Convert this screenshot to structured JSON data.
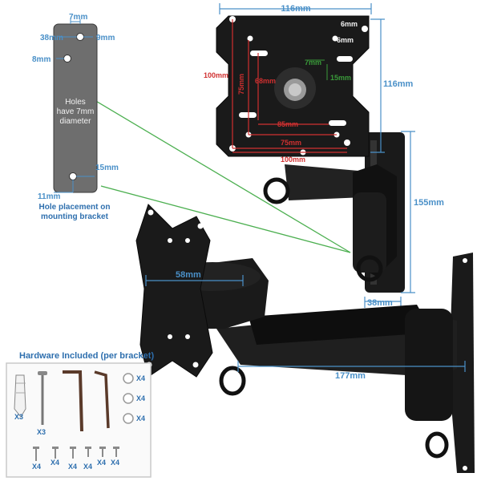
{
  "colors": {
    "dimension_blue": "#4a90c8",
    "dimension_red": "#d03030",
    "dimension_green": "#3a9a3a",
    "caption_blue": "#2e6fae",
    "bracket_dark": "#1a1a1a",
    "strip_gray": "#6e6e6e",
    "leader_green": "#4caf50"
  },
  "strip": {
    "dim_top_spacing": "7mm",
    "dim_left_hole": "38mm",
    "dim_right_hole": "9mm",
    "dim_second_hole": "8mm",
    "dim_bottom_right": "15mm",
    "dim_bottom_left": "11mm",
    "holes_note": [
      "Holes",
      "have 7mm",
      "diameter"
    ],
    "caption": [
      "Hole placement on",
      "mounting bracket"
    ]
  },
  "vesa_plate": {
    "width": "116mm",
    "height": "116mm",
    "slot_top_a": "6mm",
    "slot_top_b": "6mm",
    "slot_small_w": "7mm",
    "slot_small_h": "15mm",
    "red_outer": "100mm",
    "red_inner_v": "75mm",
    "red_inner_v2": "68mm",
    "red_h_85": "85mm",
    "red_h_75": "75mm",
    "red_h_100": "100mm"
  },
  "arm_upper": {
    "height": "155mm",
    "depth": "38mm"
  },
  "arm_lower": {
    "plate_width": "58mm",
    "extension": "177mm"
  },
  "hardware": {
    "title": "Hardware Included (per bracket)",
    "anchor_qty": "X3",
    "screw_qty": "X3",
    "washer_qty": [
      "X4",
      "X4",
      "X4"
    ],
    "small_screw_qty": [
      "X4",
      "X4",
      "X4",
      "X4",
      "X4",
      "X4"
    ]
  }
}
